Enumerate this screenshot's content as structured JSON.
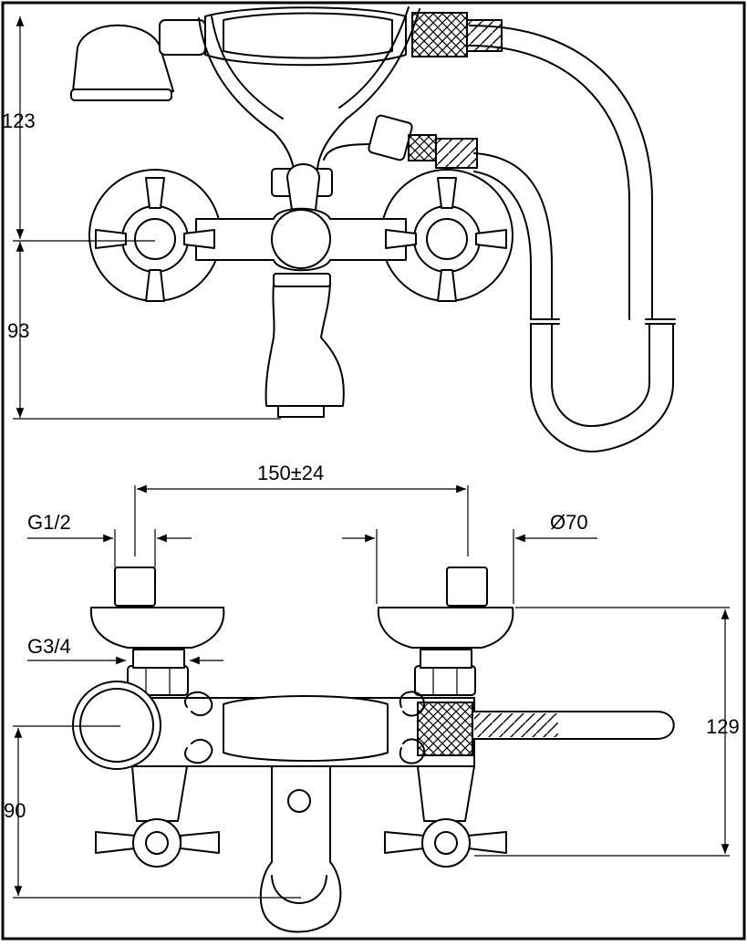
{
  "dimensions": {
    "top_upper_height": "123",
    "top_lower_height": "93",
    "center_distance": "150±24",
    "inlet_thread": "G1/2",
    "rosette_diameter": "Ø70",
    "connection_thread": "G3/4",
    "front_height": "129",
    "spout_height": "90"
  }
}
